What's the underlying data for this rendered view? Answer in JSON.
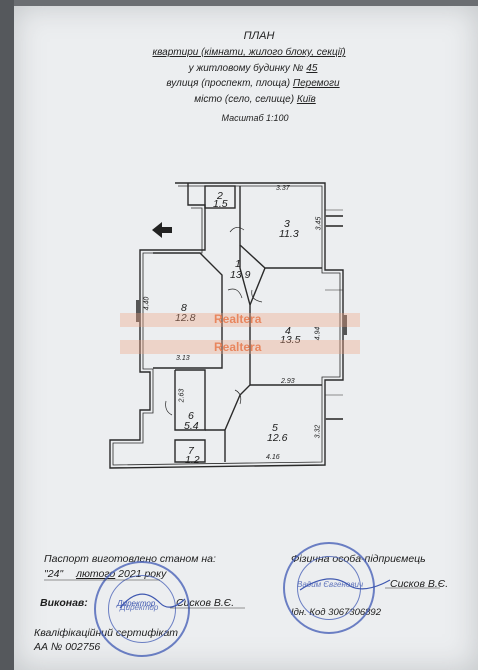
{
  "header": {
    "title": "ПЛАН",
    "line1": "квартири (кімнати, жилого блоку, секції)",
    "line2_prefix": "у житловому будинку №",
    "house_number": "45",
    "line3_prefix": "вулиця (проспект, площа)",
    "street": "Перемоги",
    "line4_prefix": "місто (село, селище)",
    "city": "Київ",
    "scale": "Масштаб 1:100"
  },
  "plan": {
    "rooms": [
      {
        "num": "2",
        "area": "1.5"
      },
      {
        "num": "3",
        "area": "11.3"
      },
      {
        "num": "1",
        "area": "13.9"
      },
      {
        "num": "8",
        "area": "12.8"
      },
      {
        "num": "4",
        "area": "13.5"
      },
      {
        "num": "5",
        "area": "12.6"
      },
      {
        "num": "6",
        "area": "5.4"
      },
      {
        "num": "7",
        "area": "1.2"
      }
    ],
    "dims": [
      "3.37",
      "3.45",
      "4.40",
      "3.13",
      "4.94",
      "2.93",
      "2.63",
      "3.32",
      "4.16"
    ]
  },
  "watermark": "Realtera",
  "footer": {
    "passport_label": "Паспорт виготовлено станом на:",
    "date_day": "\"24\"",
    "date_month": "лютого",
    "date_year": "2021 року",
    "executor_label": "Виконав:",
    "executor_name": "Сисков В.Є.",
    "director": "Директор",
    "cert_label": "Кваліфікаційний сертифікат",
    "cert_number": "АА № 002756",
    "person_label": "Фізична особа-підприємець",
    "person_name": "Сисков В.Є.",
    "id_code": "Ідн. Код 3067306892"
  },
  "stamps": {
    "left_text": "Директор",
    "right_text": "Вадим Євгенович"
  },
  "colors": {
    "ink": "#222222",
    "stamp": "#4a63b8",
    "paper": "#eceef0",
    "watermark": "#e8794c"
  }
}
